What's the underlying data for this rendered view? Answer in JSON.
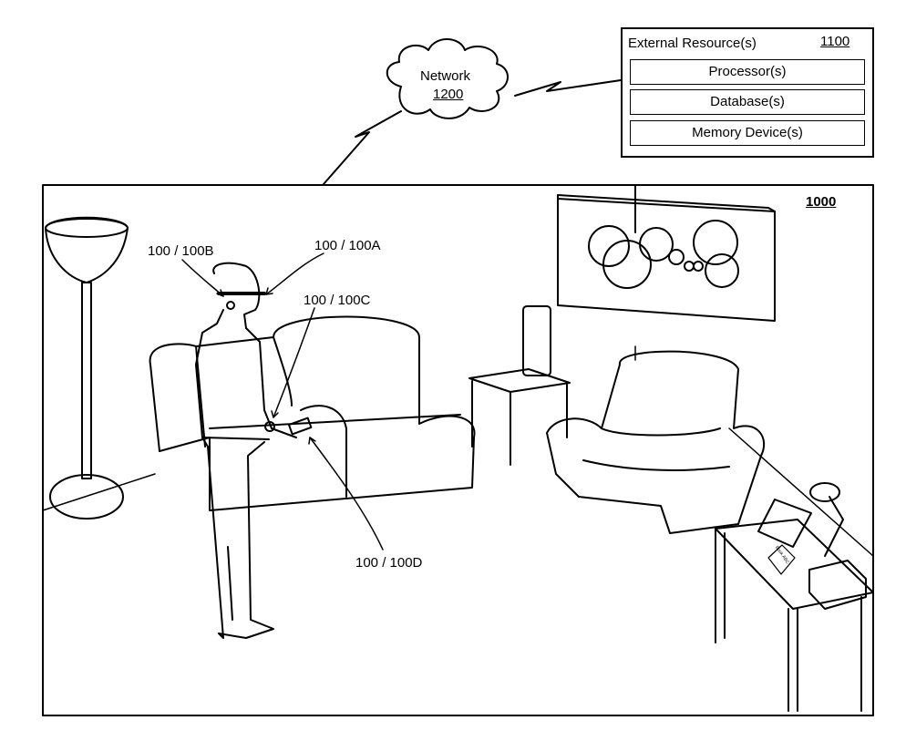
{
  "network": {
    "label": "Network",
    "ref": "1200"
  },
  "external_resources": {
    "title": "External Resource(s)",
    "ref": "1100",
    "items": [
      "Processor(s)",
      "Database(s)",
      "Memory Device(s)"
    ]
  },
  "environment": {
    "ref": "1000"
  },
  "callouts": {
    "b": "100 / 100B",
    "a": "100 / 100A",
    "c": "100 / 100C",
    "d": "100 / 100D"
  },
  "book_lettering": "Book ABC"
}
